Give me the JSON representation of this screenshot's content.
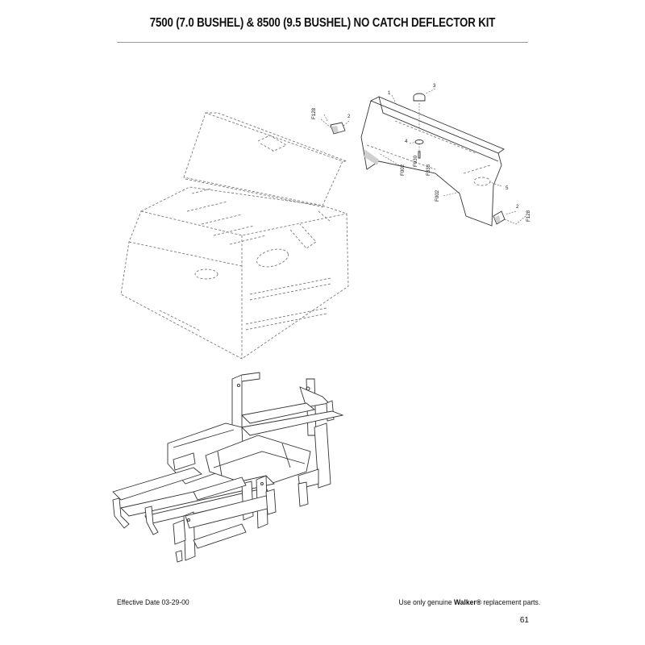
{
  "header": {
    "title": "7500 (7.0 BUSHEL) & 8500 (9.5 BUSHEL) NO CATCH DEFLECTOR KIT"
  },
  "diagram": {
    "callouts": {
      "c1": "1",
      "c2a": "2",
      "c2b": "2",
      "c3": "3",
      "c4": "4",
      "c5": "5",
      "f128a": "F128",
      "f128b": "F128",
      "f030": "F030",
      "f333": "F333",
      "f002a": "F002",
      "f002b": "F002"
    }
  },
  "footer": {
    "effective_date": "Effective Date 03-29-00",
    "notice_prefix": "Use only genuine ",
    "brand": "Walker®",
    "notice_suffix": " replacement parts.",
    "page_number": "61"
  }
}
